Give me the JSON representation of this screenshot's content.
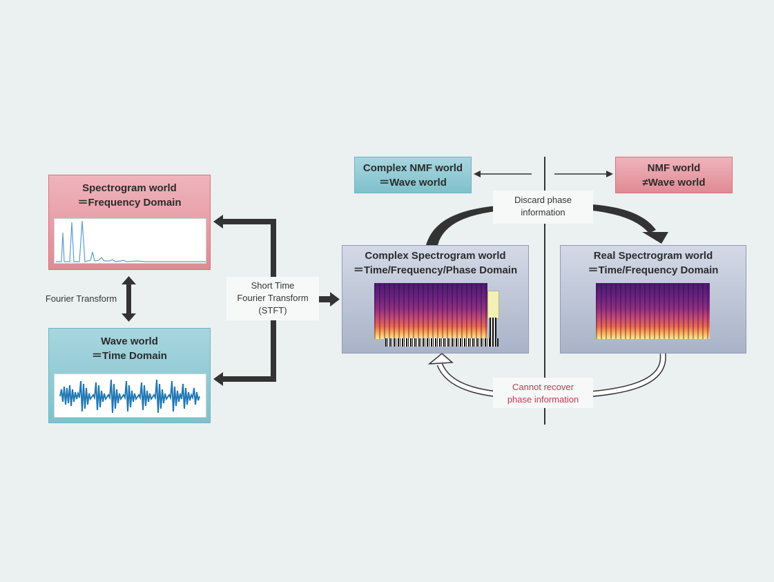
{
  "left": {
    "spectrogram_box": {
      "line1": "Spectrogram world",
      "line2": "＝Frequency Domain"
    },
    "wave_box": {
      "line1": "Wave world",
      "line2": "＝Time Domain"
    },
    "fourier_label": "Fourier Transform"
  },
  "stft_label": {
    "line1": "Short Time",
    "line2": "Fourier Transform",
    "line3": "(STFT)"
  },
  "right": {
    "complex_nmf_box": {
      "line1": "Complex NMF world",
      "line2": "＝Wave world"
    },
    "nmf_box": {
      "line1": "NMF world",
      "line2": "≠Wave world"
    },
    "discard_label": {
      "line1": "Discard phase",
      "line2": "information"
    },
    "complex_spec_box": {
      "line1": "Complex Spectrogram world",
      "line2": "＝Time/Frequency/Phase Domain"
    },
    "real_spec_box": {
      "line1": "Real Spectrogram world",
      "line2": "＝Time/Frequency Domain"
    },
    "cannot_label": {
      "line1": "Cannot recover",
      "line2": "phase information"
    }
  },
  "colors": {
    "pink_box": "#e5a0a9",
    "teal_box": "#90cad4",
    "grey_box": "#bcc4d6",
    "arrow": "#333333",
    "warning_text": "#c8364f",
    "wave_plot": "#1f77b4",
    "spectrum_plot": "#5b9bd5"
  },
  "icons": {
    "spectrum_plot": "frequency-spectrum-plot",
    "waveform_plot": "audio-waveform-plot",
    "spectrogram_image": "magma-spectrogram-image",
    "phase_bars": "phase-barcode-image"
  }
}
